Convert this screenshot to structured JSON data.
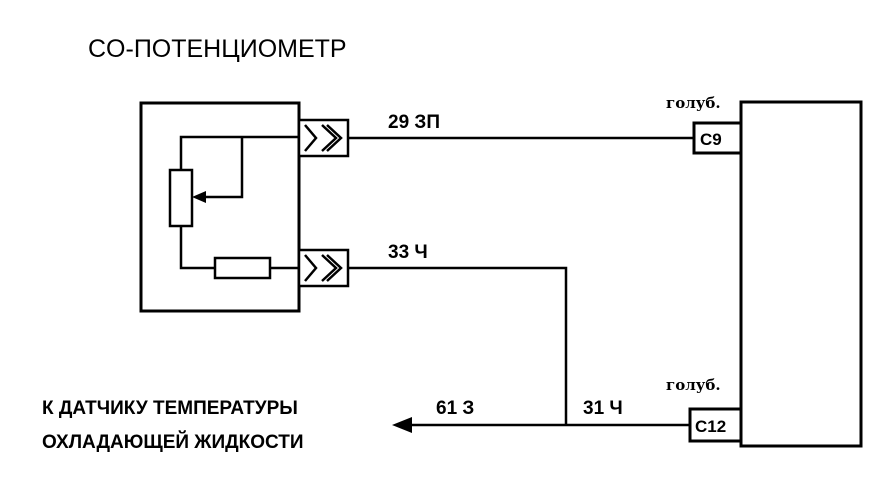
{
  "diagram": {
    "title": "CO-ПОТЕНЦИОМЕТР",
    "wires": {
      "top": "29 ЗП",
      "middle": "33 Ч",
      "bottom_left": "61 З",
      "bottom_right": "31 Ч"
    },
    "ecu_pins": {
      "pin1": {
        "color": "голуб.",
        "label": "C9"
      },
      "pin2": {
        "color": "голуб.",
        "label": "C12"
      }
    },
    "destination": {
      "line1": "К ДАТЧИКУ ТЕМПЕРАТУРЫ",
      "line2": "ОХЛАДАЮЩЕЙ ЖИДКОСТИ"
    }
  }
}
